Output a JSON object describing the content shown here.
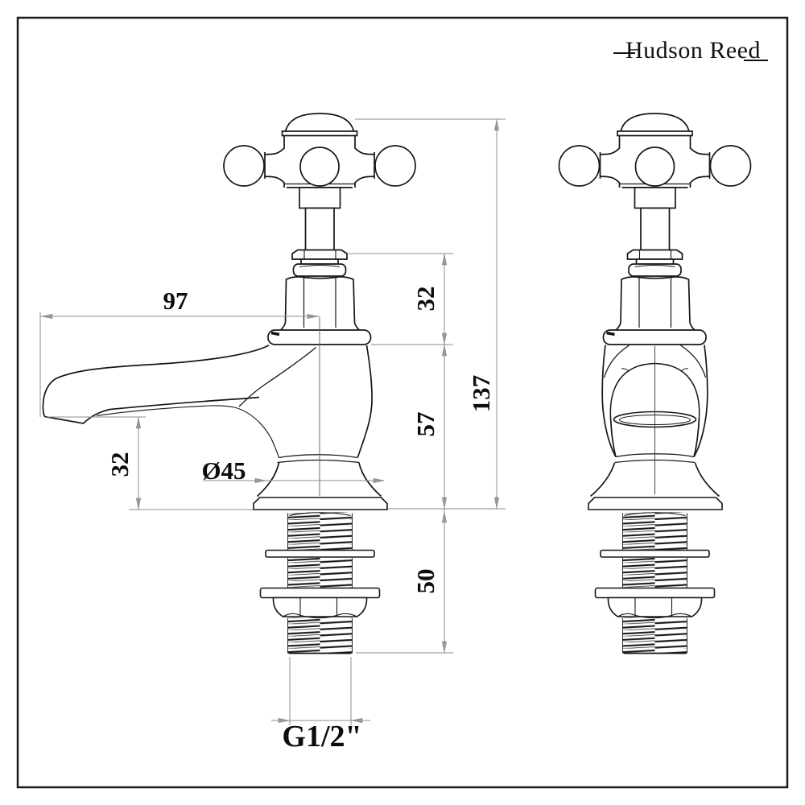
{
  "brand": {
    "logo_text": "Hudson Reed"
  },
  "colors": {
    "line": "#1a1a1a",
    "dimension_line": "#8c8c8c",
    "background": "#ffffff"
  },
  "dimensions": {
    "spout_reach": "97",
    "bonnet_height": "32",
    "body_height": "57",
    "overall_height": "137",
    "thread_length": "50",
    "spout_clearance": "32",
    "base_diameter": "Ø45",
    "thread_size": "G1/2\""
  }
}
